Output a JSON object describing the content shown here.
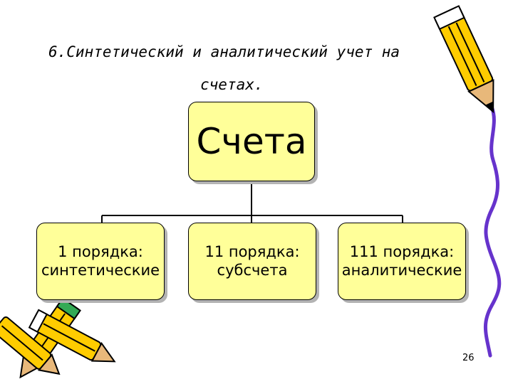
{
  "slide": {
    "title_line1": "6.Синтетический и аналитический учет на",
    "title_line2": "счетах.",
    "page_number": "26"
  },
  "diagram": {
    "root": {
      "label": "Счета"
    },
    "children": [
      {
        "line1": "1 порядка:",
        "line2": "синтетические"
      },
      {
        "line1": "11 порядка:",
        "line2": "субсчета"
      },
      {
        "line1": "111 порядка:",
        "line2": "аналитические"
      }
    ]
  },
  "colors": {
    "box_fill": "#ffff99",
    "box_border": "#000000",
    "box_shadow": "#b3b3b3",
    "pencil_body": "#ffcc00",
    "pencil_tip": "#e8b87a",
    "pencil_eraser": "#33aa55",
    "deco_squiggle": "#6633cc"
  },
  "decorations": {
    "pencil_top_right": "pencil-icon",
    "pencils_bottom_left": "pencils-icon",
    "squiggle_line": "squiggle-line"
  }
}
